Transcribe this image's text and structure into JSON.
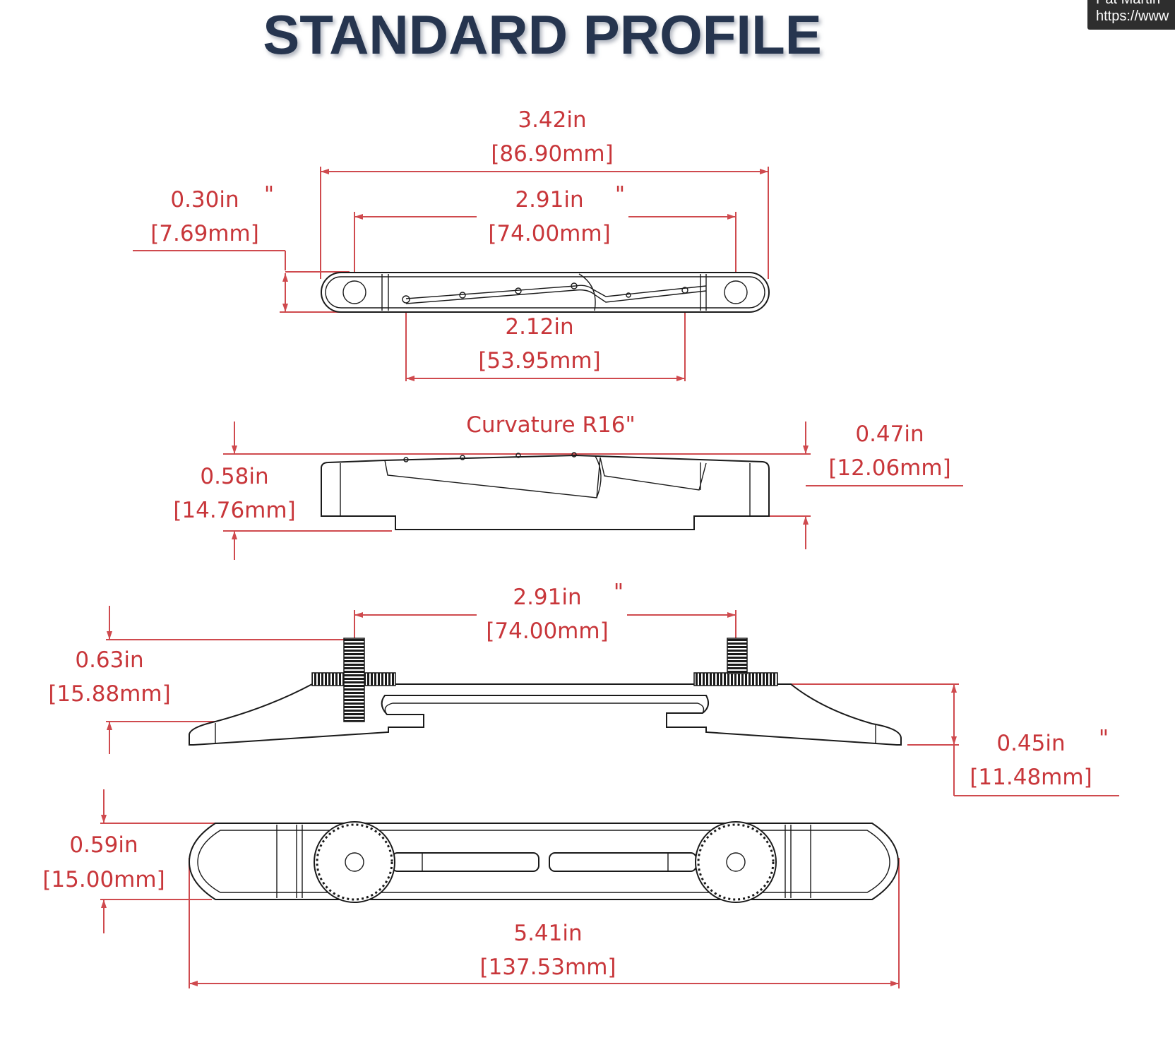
{
  "title": "STANDARD PROFILE",
  "tooltip": {
    "line1": "Pat Martin",
    "line2": "https://www"
  },
  "top_view": {
    "overall": {
      "in": "3.42in",
      "mm": "[86.90mm]"
    },
    "post_spacing": {
      "in": "2.91in",
      "mark": "\"",
      "mm": "[74.00mm]"
    },
    "height": {
      "in": "0.30in",
      "mark": "\"",
      "mm": "[7.69mm]"
    },
    "saddle_span": {
      "in": "2.12in",
      "mm": "[53.95mm]"
    }
  },
  "side_view": {
    "curvature": "Curvature R16\"",
    "left_height": {
      "in": "0.58in",
      "mm": "[14.76mm]"
    },
    "right_height": {
      "in": "0.47in",
      "mm": "[12.06mm]"
    }
  },
  "front_view": {
    "post_spacing": {
      "in": "2.91in",
      "mark": "\"",
      "mm": "[74.00mm]"
    },
    "left_height": {
      "in": "0.63in",
      "mm": "[15.88mm]"
    },
    "right_height": {
      "in": "0.45in",
      "mark": "\"",
      "mm": "[11.48mm]"
    }
  },
  "bottom_view": {
    "depth": {
      "in": "0.59in",
      "mm": "[15.00mm]"
    },
    "overall": {
      "in": "5.41in",
      "mm": "[137.53mm]"
    }
  }
}
